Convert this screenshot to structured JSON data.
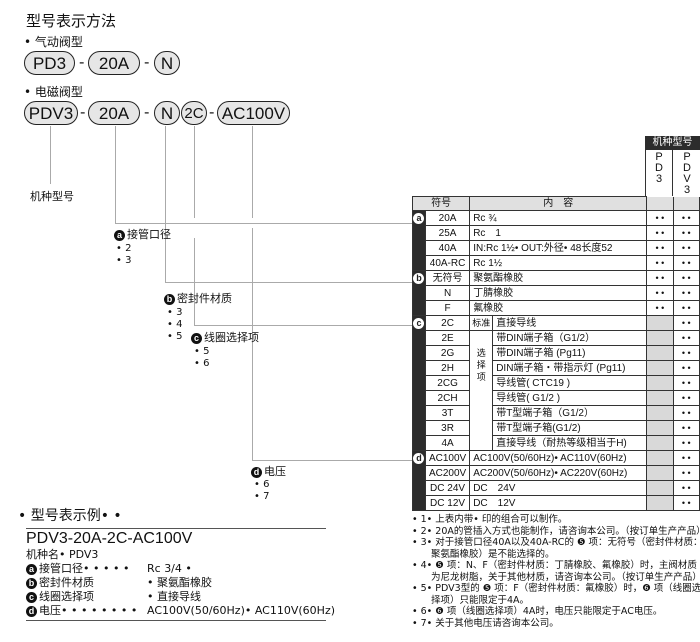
{
  "heading": "型号表示方法",
  "pneumatic": {
    "label": "• 气动阀型",
    "parts": [
      "PD3",
      "20A",
      "N"
    ]
  },
  "solenoid": {
    "label": "• 电磁阀型",
    "parts": [
      "PDV3",
      "20A",
      "N",
      "2C",
      "AC100V"
    ]
  },
  "sep": "-",
  "model_label": "机种型号",
  "groups": {
    "a": {
      "badge": "a",
      "title": "接管口径",
      "refs": [
        "• 2",
        "• 3"
      ]
    },
    "b": {
      "badge": "b",
      "title": "密封件材质",
      "refs": [
        "• 3",
        "• 4",
        "• 5"
      ]
    },
    "c": {
      "badge": "c",
      "title": "线圈选择项",
      "refs": [
        "• 5",
        "• 6"
      ]
    },
    "d": {
      "badge": "d",
      "title": "电压",
      "refs": [
        "• 6",
        "• 7"
      ]
    }
  },
  "table": {
    "model_header": "机种型号",
    "models": [
      "P\nD\n3",
      "P\nD\nV\n3"
    ],
    "col_symbol": "符号",
    "col_content": "内　容",
    "dot": "• •",
    "std_label": "标准",
    "opt_label": "选\n择\n项",
    "a_rows": [
      [
        "20A",
        "Rc ¾"
      ],
      [
        "25A",
        "Rc　1"
      ],
      [
        "40A",
        "IN:Rc 1½• OUT:外径• 48长度52"
      ],
      [
        "40A-RC",
        "Rc 1½"
      ]
    ],
    "b_rows": [
      [
        "无符号",
        "聚氨酯橡胶"
      ],
      [
        "N",
        "丁腈橡胶"
      ],
      [
        "F",
        "氟橡胶"
      ]
    ],
    "c_rows": [
      [
        "2C",
        "直接导线"
      ],
      [
        "2E",
        "带DIN端子箱（G1/2）"
      ],
      [
        "2G",
        "带DIN端子箱 (Pg11)"
      ],
      [
        "2H",
        "DIN端子箱・带指示灯 (Pg11)"
      ],
      [
        "2CG",
        "导线管( CTC19 )"
      ],
      [
        "2CH",
        "导线管( G1/2 )"
      ],
      [
        "3T",
        "带T型端子箱（G1/2）"
      ],
      [
        "3R",
        "带T型端子箱(G1/2)"
      ],
      [
        "4A",
        "直接导线（耐热等级相当于H)"
      ]
    ],
    "d_rows": [
      [
        "AC100V",
        "AC100V(50/60Hz)• AC110V(60Hz)"
      ],
      [
        "AC200V",
        "AC200V(50/60Hz)• AC220V(60Hz)"
      ],
      [
        "DC 24V",
        "DC　24V"
      ],
      [
        "DC 12V",
        "DC　12V"
      ]
    ]
  },
  "notes": [
    "• 1• 上表内带• 印的组合可以制作。",
    "• 2• 20A的管插入方式也能制作，请咨询本公司。（按订单生产产品）",
    "• 3• 对于接管口径40A以及40A-RC的 ❺ 项：无符号（密封件材质：",
    "　　聚氨酯橡胶）是不能选择的。",
    "• 4• ❺ 项：N、F（密封件材质：丁腈橡胶、氟橡胶）时，主阀材质",
    "　　为尼龙树脂，关于其他材质，请咨询本公司。（按订单生产产品）",
    "• 5• PDV3型的 ❺ 项：F（密封件材质：氟橡胶）时，❻ 项（线圈选",
    "　　择项）只能限定于4A。",
    "• 6• ❻ 项（线圈选择项）4A时，电压只能限定于AC电压。",
    "• 7• 关于其他电压请咨询本公司。"
  ],
  "example": {
    "title": "• 型号表示例• •",
    "code": "PDV3-20A-2C-AC100V",
    "model_line": "机种名• PDV3",
    "rows": [
      [
        "a",
        "接管口径• • • • •",
        "Rc 3/4 •"
      ],
      [
        "b",
        "密封件材质",
        "• 聚氨酯橡胶"
      ],
      [
        "c",
        "线圈选择项",
        "• 直接导线"
      ],
      [
        "d",
        "电压• • • • • • • •",
        "AC100V(50/60Hz)• AC110V(60Hz)"
      ]
    ]
  }
}
